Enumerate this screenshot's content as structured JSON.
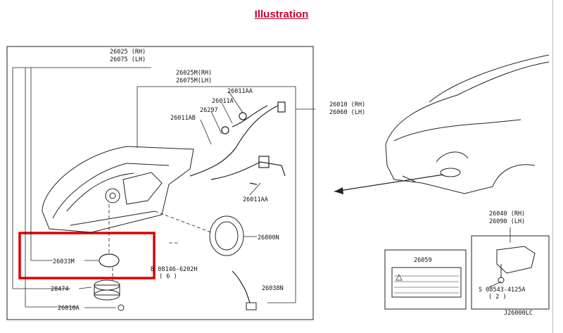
{
  "heading": "Illustration",
  "labels": {
    "p26025": "26025 (RH)",
    "p26075": "26075 (LH)",
    "p26025M": "26025M(RH)",
    "p26075M": "26075M(LH)",
    "p26011AA_top": "26011AA",
    "p26011A": "26011A",
    "p26297": "26297",
    "p26011AB": "26011AB",
    "p26010": "26010 (RH)",
    "p26060": "26060 (LH)",
    "p26011AA_bot": "26011AA",
    "p26800N": "26800N",
    "p26033M": "26033M",
    "p08146_a": "B 08146-6202H",
    "p08146_b": "( 6 )",
    "p28474": "28474",
    "p26010A": "26010A",
    "p26038N": "26038N",
    "p26059": "26059",
    "p26040": "26040 (RH)",
    "p26090": "26090 (LH)",
    "p08543_a": "S 08543-4125A",
    "p08543_b": "( 2 )",
    "code": "J26000LC"
  },
  "highlight_color": "#e00000"
}
